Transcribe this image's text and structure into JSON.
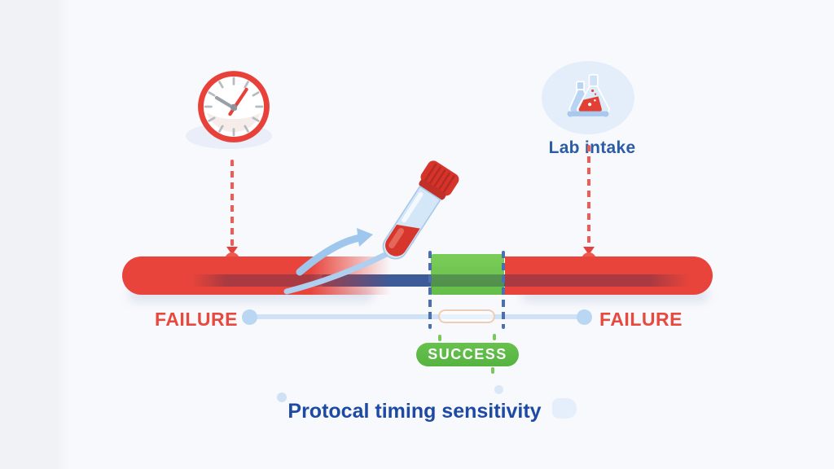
{
  "title": {
    "text": "Protocal timing sensitivity"
  },
  "timeline": {
    "failure_left_label": "FAILURE",
    "failure_right_label": "FAILURE",
    "success_label": "SUCCESS"
  },
  "milestones": {
    "clock": {
      "icon": "clock-icon"
    },
    "lab_intake": {
      "icon": "flask-icon",
      "label": "Lab intake"
    }
  },
  "colors": {
    "failure_red": "#e8443b",
    "marker_red": "#ee5a50",
    "success_green": "#5eba47",
    "success_zone_green": "#6cc24a",
    "timeline_blue": "#4a73b9",
    "light_blue_line": "#cfe2f6",
    "label_blue": "#2a5ca8",
    "title_blue": "#1c4aa4",
    "background": "#f7f8fb"
  }
}
